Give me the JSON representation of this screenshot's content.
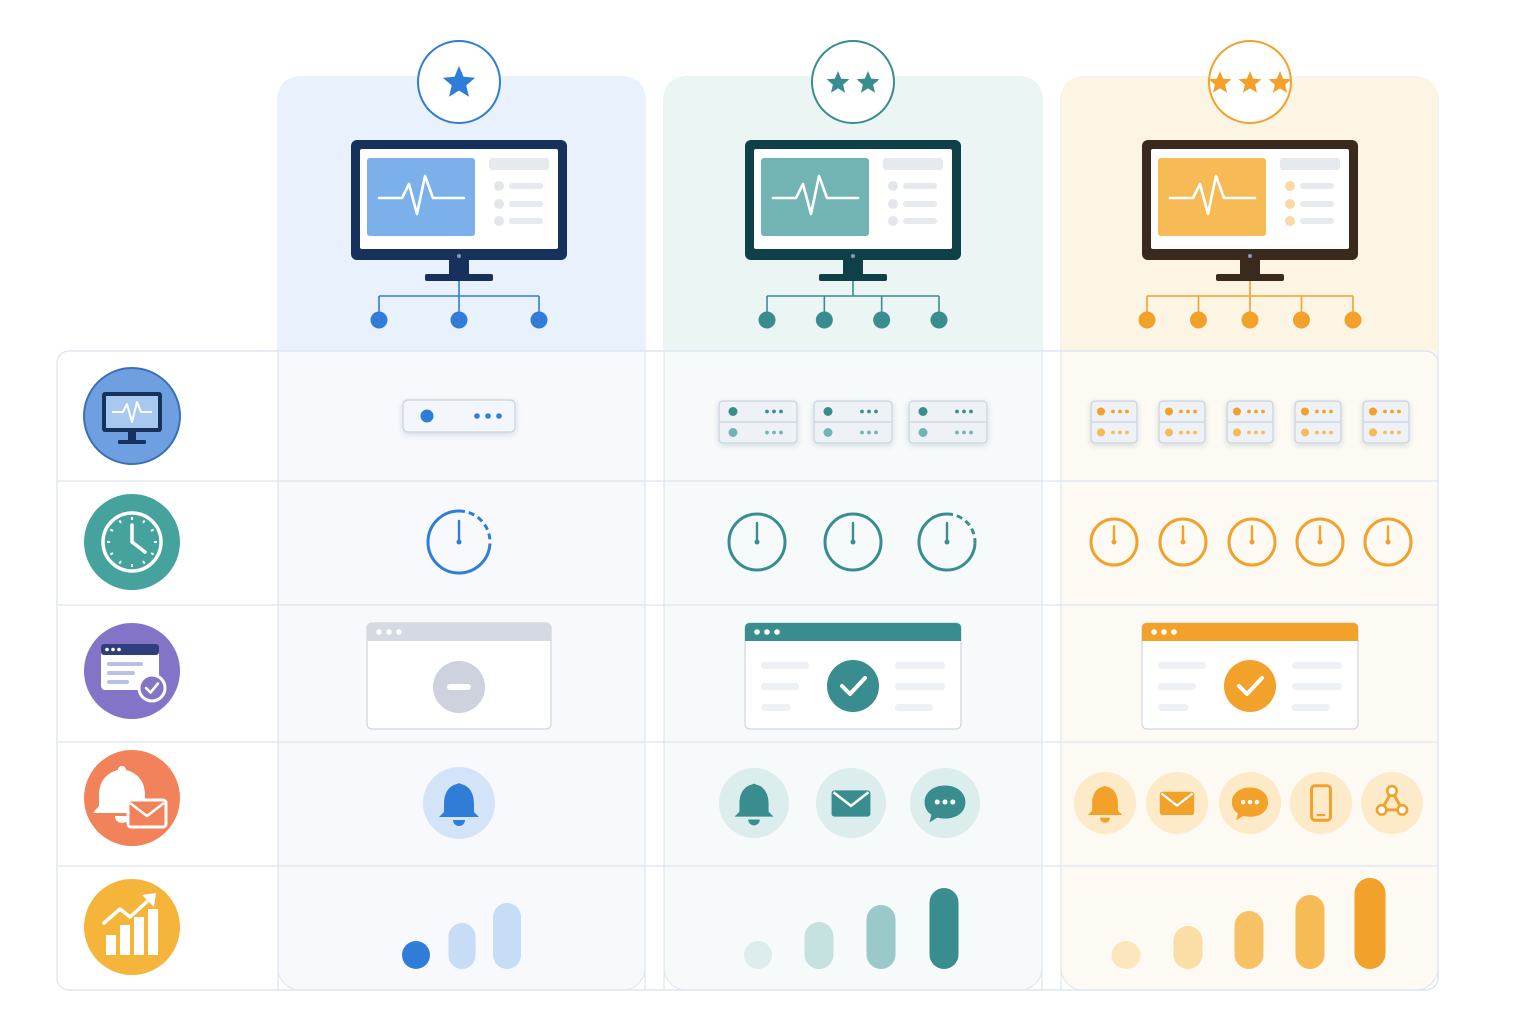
{
  "palette": {
    "basic": {
      "accent": "#2f7dd6",
      "light": "#7cb0ea",
      "pale": "#c7dcf5",
      "dark": "#16325c",
      "header": "#e9f1fc",
      "body": "#f7f9fd"
    },
    "standard": {
      "accent": "#3a8d8f",
      "light": "#72b4b4",
      "pale": "#c5e1e0",
      "dark": "#0f3f47",
      "header": "#eaf5f4",
      "body": "#f7fafa"
    },
    "premium": {
      "accent": "#f2a22b",
      "light": "#f6bb55",
      "pale": "#fbdda6",
      "dark": "#3a2a1e",
      "header": "#fdf5e4",
      "body": "#fdfaf4"
    },
    "row_icons": {
      "monitoring": "#6e9fe0",
      "uptime": "#46a29c",
      "status_page": "#8474c8",
      "alerts": "#f2825a",
      "analytics": "#f5b53a"
    },
    "grid_line": "#dde5ef"
  },
  "tiers": [
    {
      "key": "basic",
      "stars": 1,
      "network_nodes": 3,
      "servers": 1,
      "timers": 1,
      "last_timer_partial": true,
      "status_page": "minus-icon",
      "alert_channels": [
        "bell-icon"
      ],
      "signal_bars": 3
    },
    {
      "key": "standard",
      "stars": 2,
      "network_nodes": 4,
      "servers": 3,
      "timers": 3,
      "last_timer_partial": true,
      "status_page": "check-icon",
      "alert_channels": [
        "bell-icon",
        "mail-icon",
        "chat-icon"
      ],
      "signal_bars": 4
    },
    {
      "key": "premium",
      "stars": 3,
      "network_nodes": 5,
      "servers": 5,
      "timers": 5,
      "last_timer_partial": false,
      "status_page": "check-icon",
      "alert_channels": [
        "bell-icon",
        "mail-icon",
        "chat-icon",
        "phone-icon",
        "webhook-icon"
      ],
      "signal_bars": 5
    }
  ],
  "rows": [
    {
      "key": "monitoring",
      "icon": "monitor-pulse-icon"
    },
    {
      "key": "uptime",
      "icon": "clock-icon"
    },
    {
      "key": "status_page",
      "icon": "status-page-icon"
    },
    {
      "key": "alerts",
      "icon": "bell-mail-icon"
    },
    {
      "key": "analytics",
      "icon": "chart-growth-icon"
    }
  ]
}
